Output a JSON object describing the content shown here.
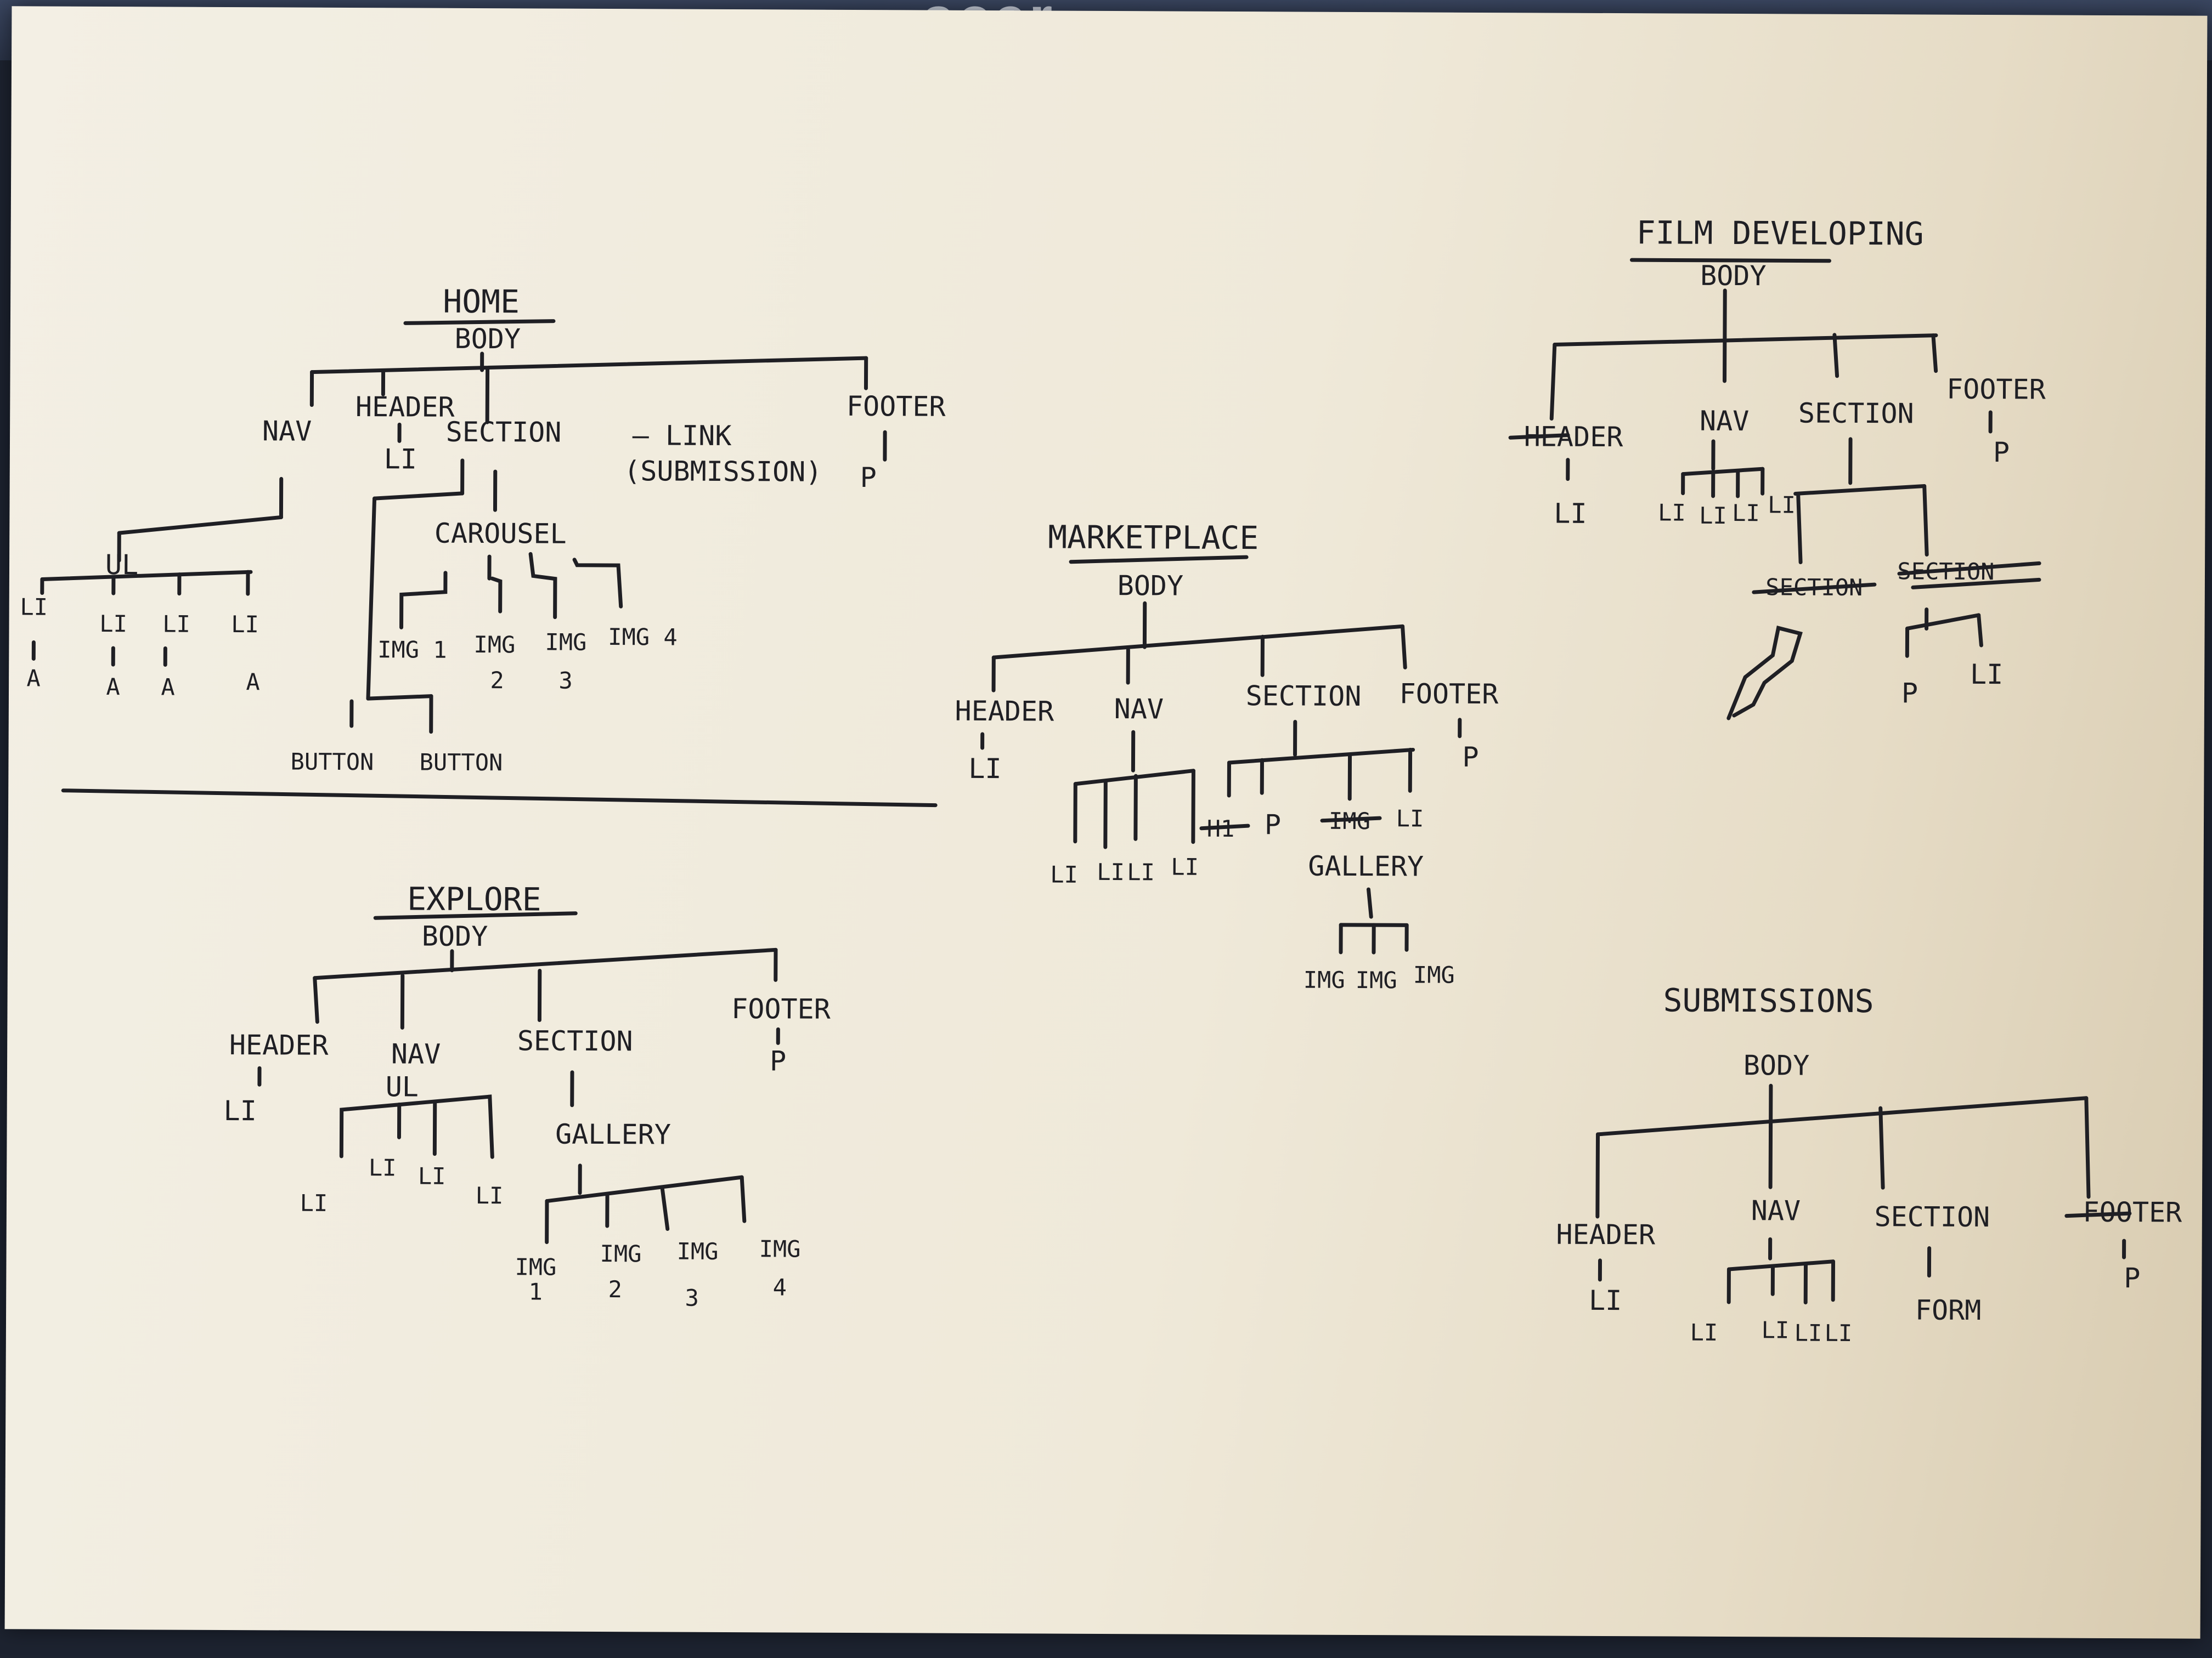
{
  "diagrams": {
    "home": {
      "title": "HOME",
      "body": "BODY",
      "nav": "NAV",
      "header": "HEADER",
      "header_child": "LI",
      "section": "SECTION",
      "link_line1": "— LINK",
      "link_line2": "(SUBMISSION)",
      "footer": "FOOTER",
      "footer_child": "P",
      "ul": "UL",
      "li": "LI",
      "a": "A",
      "carousel": "CAROUSEL",
      "img1": "IMG 1",
      "img2_a": "IMG",
      "img2_b": "2",
      "img3_a": "IMG",
      "img3_b": "3",
      "img4": "IMG 4",
      "button": "BUTTON"
    },
    "explore": {
      "title": "EXPLORE",
      "body": "BODY",
      "header": "HEADER",
      "header_child": "LI",
      "nav": "NAV",
      "ul": "UL",
      "li": "LI",
      "section": "SECTION",
      "gallery": "GALLERY",
      "img": "IMG",
      "n1": "1",
      "n2": "2",
      "n3": "3",
      "n4": "4",
      "footer": "FOOTER",
      "footer_child": "P"
    },
    "marketplace": {
      "title": "MARKETPLACE",
      "body": "BODY",
      "header": "HEADER",
      "header_child": "LI",
      "nav": "NAV",
      "li": "LI",
      "section": "SECTION",
      "h1": "H1",
      "p": "P",
      "img": "IMG",
      "gallery": "GALLERY",
      "footer": "FOOTER",
      "footer_child": "P",
      "gallery_img": "IMG"
    },
    "film": {
      "title": "FILM DEVELOPING",
      "body": "BODY",
      "header": "HEADER",
      "header_child": "LI",
      "nav": "NAV",
      "li": "LI",
      "section": "SECTION",
      "struck": "SECTION",
      "footer": "FOOTER",
      "footer_child": "P",
      "p": "P",
      "li2": "LI"
    },
    "submissions": {
      "title": "SUBMISSIONS",
      "body": "BODY",
      "header": "HEADER",
      "header_child": "LI",
      "nav": "NAV",
      "li": "LI",
      "section": "SECTION",
      "form": "FORM",
      "footer": "FOOTER",
      "footer_child": "P"
    }
  }
}
